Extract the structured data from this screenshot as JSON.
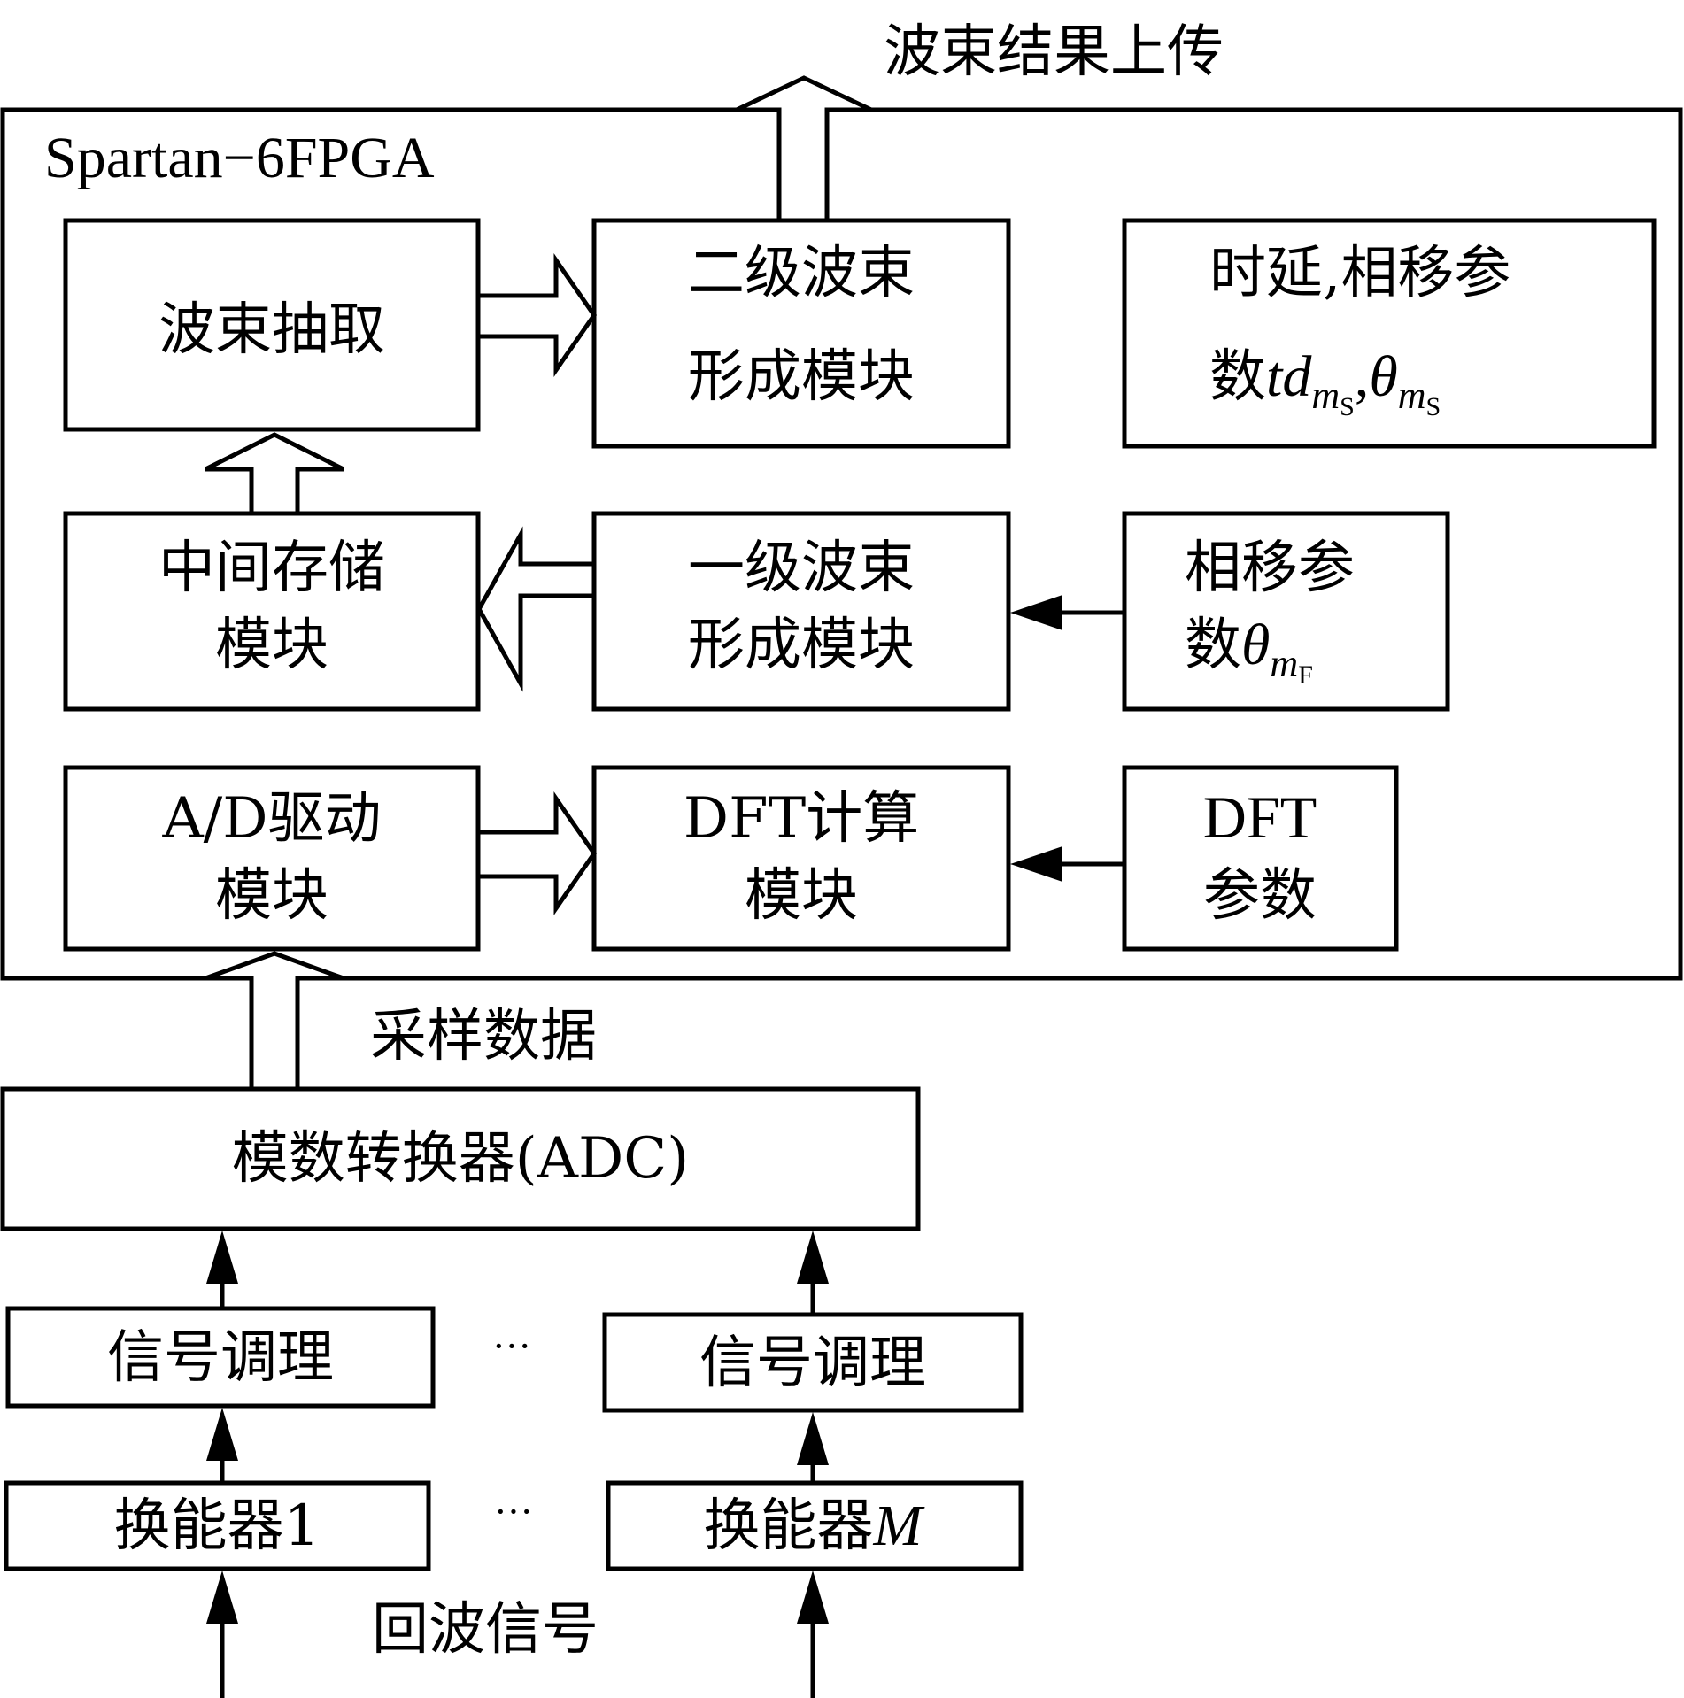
{
  "top_label": "波束结果上传",
  "fpga": {
    "title": "Spartan−6FPGA"
  },
  "blocks": {
    "beam_extract": {
      "line1": "波束抽取"
    },
    "second_beam": {
      "line1": "二级波束",
      "line2": "形成模块"
    },
    "delay_phase_params": {
      "line1": "时延,相移参",
      "line2_prefix": "数",
      "sym1": "td",
      "sub1": "m",
      "subsub1": "S",
      "comma": ",",
      "sym2": "θ",
      "sub2": "m",
      "subsub2": "S"
    },
    "intermediate_storage": {
      "line1": "中间存储",
      "line2": "模块"
    },
    "first_beam": {
      "line1": "一级波束",
      "line2": "形成模块"
    },
    "phase_params": {
      "line1": "相移参",
      "line2_prefix": "数",
      "sym": "θ",
      "sub": "m",
      "subsub": "F"
    },
    "ad_driver": {
      "line1": "A/D驱动",
      "line2": "模块"
    },
    "dft_compute": {
      "line1": "DFT计算",
      "line2": "模块"
    },
    "dft_params": {
      "line1": "DFT",
      "line2": "参数"
    },
    "adc": {
      "line1": "模数转换器(ADC)"
    },
    "conditioning_1": {
      "line1": "信号调理"
    },
    "conditioning_m": {
      "line1": "信号调理"
    },
    "transducer_1": {
      "line1": "换能器1"
    },
    "transducer_m": {
      "prefix": "换能器",
      "sym": "M"
    }
  },
  "labels": {
    "sample_data": "采样数据",
    "echo_signal": "回波信号",
    "ellipsis_1": "···",
    "ellipsis_2": "···"
  }
}
